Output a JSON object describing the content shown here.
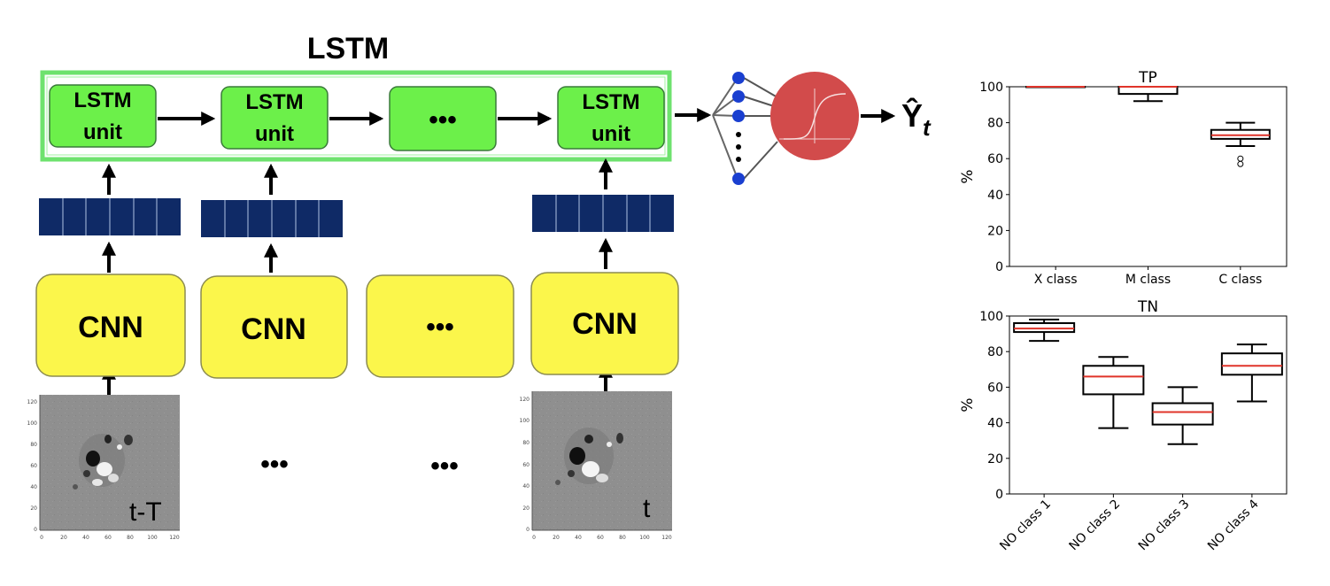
{
  "diagram": {
    "title": "LSTM",
    "lstm_units": [
      {
        "line1": "LSTM",
        "line2": "unit"
      },
      {
        "line1": "LSTM",
        "line2": "unit"
      },
      {
        "ellipsis": "•••"
      },
      {
        "line1": "LSTM",
        "line2": "unit"
      }
    ],
    "cnn_boxes": [
      "CNN",
      "CNN",
      "•••",
      "CNN"
    ],
    "output_label": "Ŷ",
    "output_subscript": "t",
    "image_labels": [
      "t-T",
      "t"
    ],
    "between_ellipsis": [
      "•••",
      "•••"
    ],
    "magnetogram_ticks_y": [
      "120",
      "100",
      "80",
      "60",
      "40",
      "20",
      "0"
    ],
    "magnetogram_ticks_x": [
      "0",
      "20",
      "40",
      "60",
      "80",
      "100",
      "120"
    ]
  },
  "chart_data": [
    {
      "type": "box",
      "title": "TP",
      "xlabel": "",
      "ylabel": "%",
      "ylim": [
        0,
        100
      ],
      "yticks": [
        "0",
        "20",
        "40",
        "60",
        "80",
        "100"
      ],
      "categories": [
        "X class",
        "M class",
        "C class"
      ],
      "boxes": [
        {
          "whislo": 100,
          "q1": 100,
          "med": 100,
          "q3": 100,
          "whishi": 100,
          "fliers": []
        },
        {
          "whislo": 92,
          "q1": 96,
          "med": 100,
          "q3": 100,
          "whishi": 100,
          "fliers": []
        },
        {
          "whislo": 67,
          "q1": 71,
          "med": 73,
          "q3": 76,
          "whishi": 80,
          "fliers": [
            57,
            60
          ]
        }
      ]
    },
    {
      "type": "box",
      "title": "TN",
      "xlabel": "",
      "ylabel": "%",
      "ylim": [
        0,
        100
      ],
      "yticks": [
        "0",
        "20",
        "40",
        "60",
        "80",
        "100"
      ],
      "categories": [
        "NO class 1",
        "NO class 2",
        "NO class 3",
        "NO class 4"
      ],
      "boxes": [
        {
          "whislo": 86,
          "q1": 91,
          "med": 93,
          "q3": 96,
          "whishi": 98,
          "fliers": []
        },
        {
          "whislo": 37,
          "q1": 56,
          "med": 66,
          "q3": 72,
          "whishi": 77,
          "fliers": []
        },
        {
          "whislo": 28,
          "q1": 39,
          "med": 46,
          "q3": 51,
          "whishi": 60,
          "fliers": []
        },
        {
          "whislo": 52,
          "q1": 67,
          "med": 72,
          "q3": 79,
          "whishi": 84,
          "fliers": []
        }
      ]
    }
  ]
}
